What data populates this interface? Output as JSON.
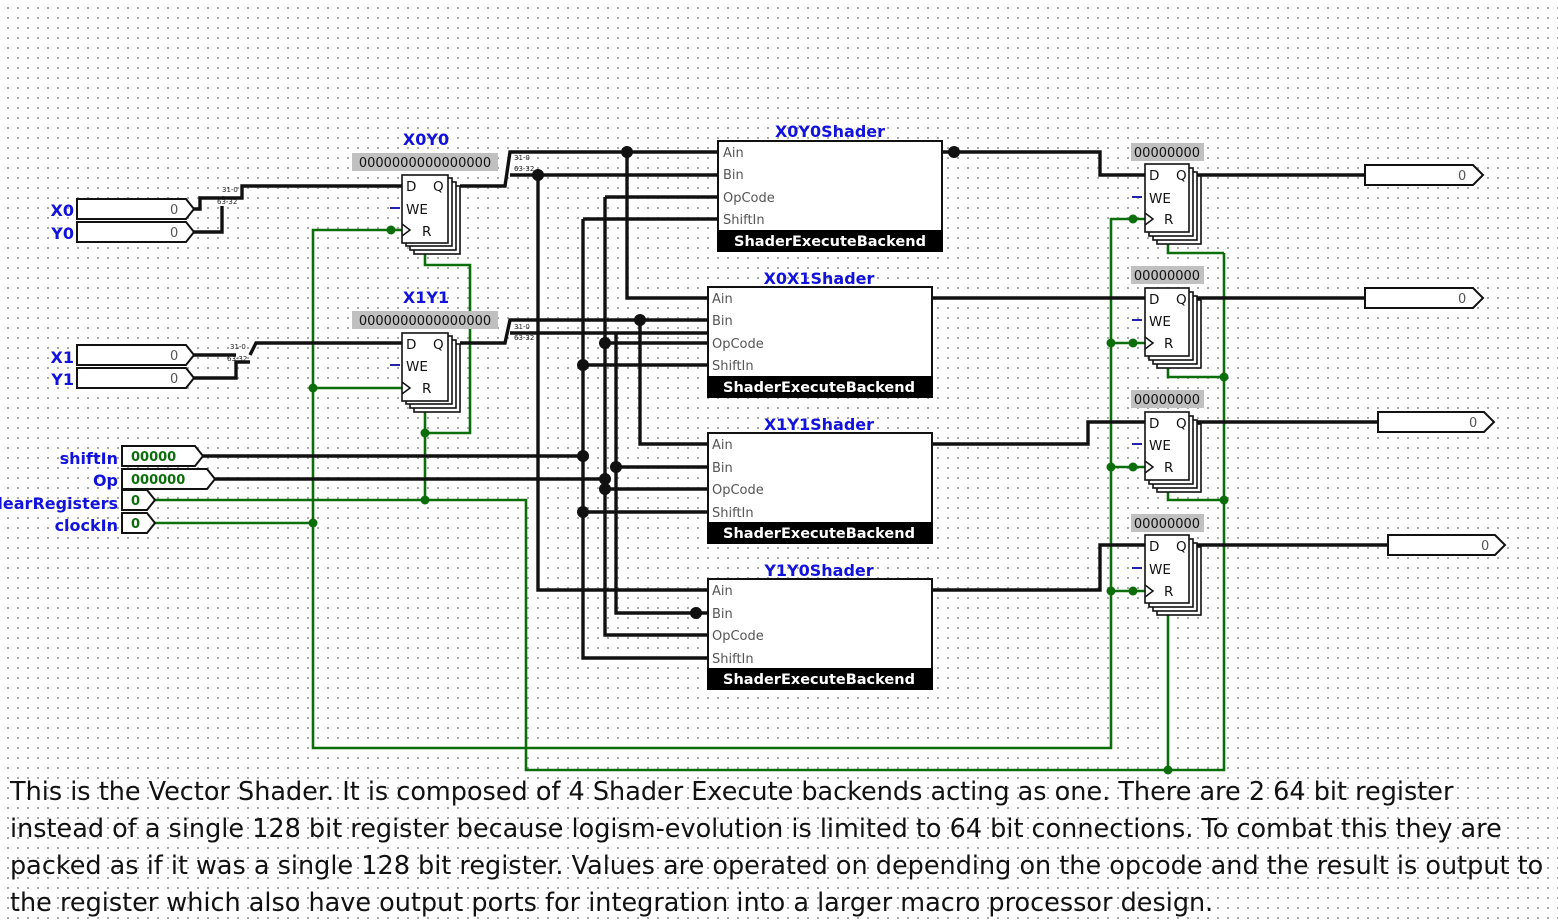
{
  "inputs": {
    "X0": "X0",
    "Y0": "Y0",
    "X1": "X1",
    "Y1": "Y1",
    "pin_value": "0",
    "shiftIn": "shiftIn",
    "shiftIn_value": "00000",
    "Op": "Op",
    "Op_value": "000000",
    "clearRegisters": "clearRegisters",
    "clearRegisters_value": "0",
    "clockIn": "clockIn",
    "clockIn_value": "0"
  },
  "input_registers": [
    {
      "title": "X0Y0",
      "value": "0000000000000000"
    },
    {
      "title": "X1Y1",
      "value": "0000000000000000"
    }
  ],
  "register_pins": {
    "D": "D",
    "Q": "Q",
    "WE": "WE",
    "R": "R"
  },
  "splitter_labels": {
    "low": "31-0",
    "high": "63-32"
  },
  "shaders": [
    {
      "title": "X0Y0Shader",
      "backend": "ShaderExecuteBackend"
    },
    {
      "title": "X0X1Shader",
      "backend": "ShaderExecuteBackend"
    },
    {
      "title": "X1Y1Shader",
      "backend": "ShaderExecuteBackend"
    },
    {
      "title": "Y1Y0Shader",
      "backend": "ShaderExecuteBackend"
    }
  ],
  "shader_pins": {
    "ain": "Ain",
    "bin": "Bin",
    "opcode": "OpCode",
    "shiftin": "ShiftIn"
  },
  "output_registers": [
    {
      "value": "00000000"
    },
    {
      "value": "00000000"
    },
    {
      "value": "00000000"
    },
    {
      "value": "00000000"
    }
  ],
  "output_pins": [
    "0",
    "0",
    "0",
    "0"
  ],
  "colors": {
    "label_blue": "#1212dd",
    "wire_green": "#0b6e0b",
    "wire_black": "#111111",
    "backend_bar": "#000000"
  },
  "description": "This is the Vector Shader. It is composed of 4 Shader Execute backends acting as one. There are 2 64 bit register instead of a single 128 bit register because logism-evolution is limited to 64 bit connections. To combat this they are packed as if it was a single 128 bit register. Values are operated on depending on the opcode and the result is output to the register which also have output ports for integration into a larger macro processor design."
}
